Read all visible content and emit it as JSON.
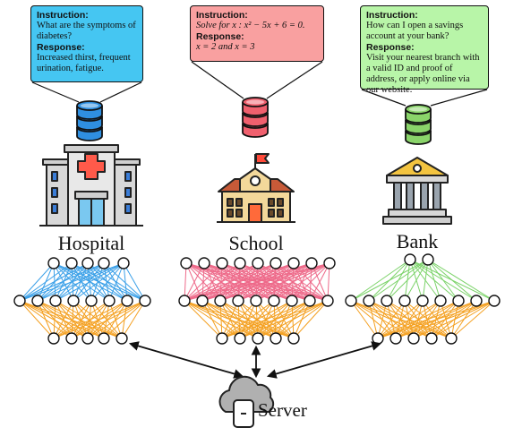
{
  "cards": [
    {
      "id": "hospital",
      "instruction_label": "Instruction:",
      "instruction_text": "What are the symptoms of diabetes?",
      "response_label": "Response:",
      "response_text": "Increased thirst, frequent urination, fatigue.",
      "color": "#45c6f2"
    },
    {
      "id": "school",
      "instruction_label": "Instruction:",
      "instruction_text": "Solve for x : x² − 5x + 6 = 0.",
      "response_label": "Response:",
      "response_text": "x = 2 and x = 3",
      "color": "#f9a0a0"
    },
    {
      "id": "bank",
      "instruction_label": "Instruction:",
      "instruction_text": "How can I open a savings account at your bank?",
      "response_label": "Response:",
      "response_text": "Visit your nearest branch with a valid ID and proof of address, or apply online via our website.",
      "color": "#b8f5a8"
    }
  ],
  "places": {
    "hospital": "Hospital",
    "school": "School",
    "bank": "Bank"
  },
  "database_colors": {
    "hospital": "#2f8fe0",
    "school": "#f0606e",
    "bank": "#8ad46a"
  },
  "edge_colors": {
    "hospital_top": "#3aa0e8",
    "school_top": "#ee6a8a",
    "bank_top": "#7cd36a",
    "bottom": "#f4a020"
  },
  "server_label": "Server"
}
